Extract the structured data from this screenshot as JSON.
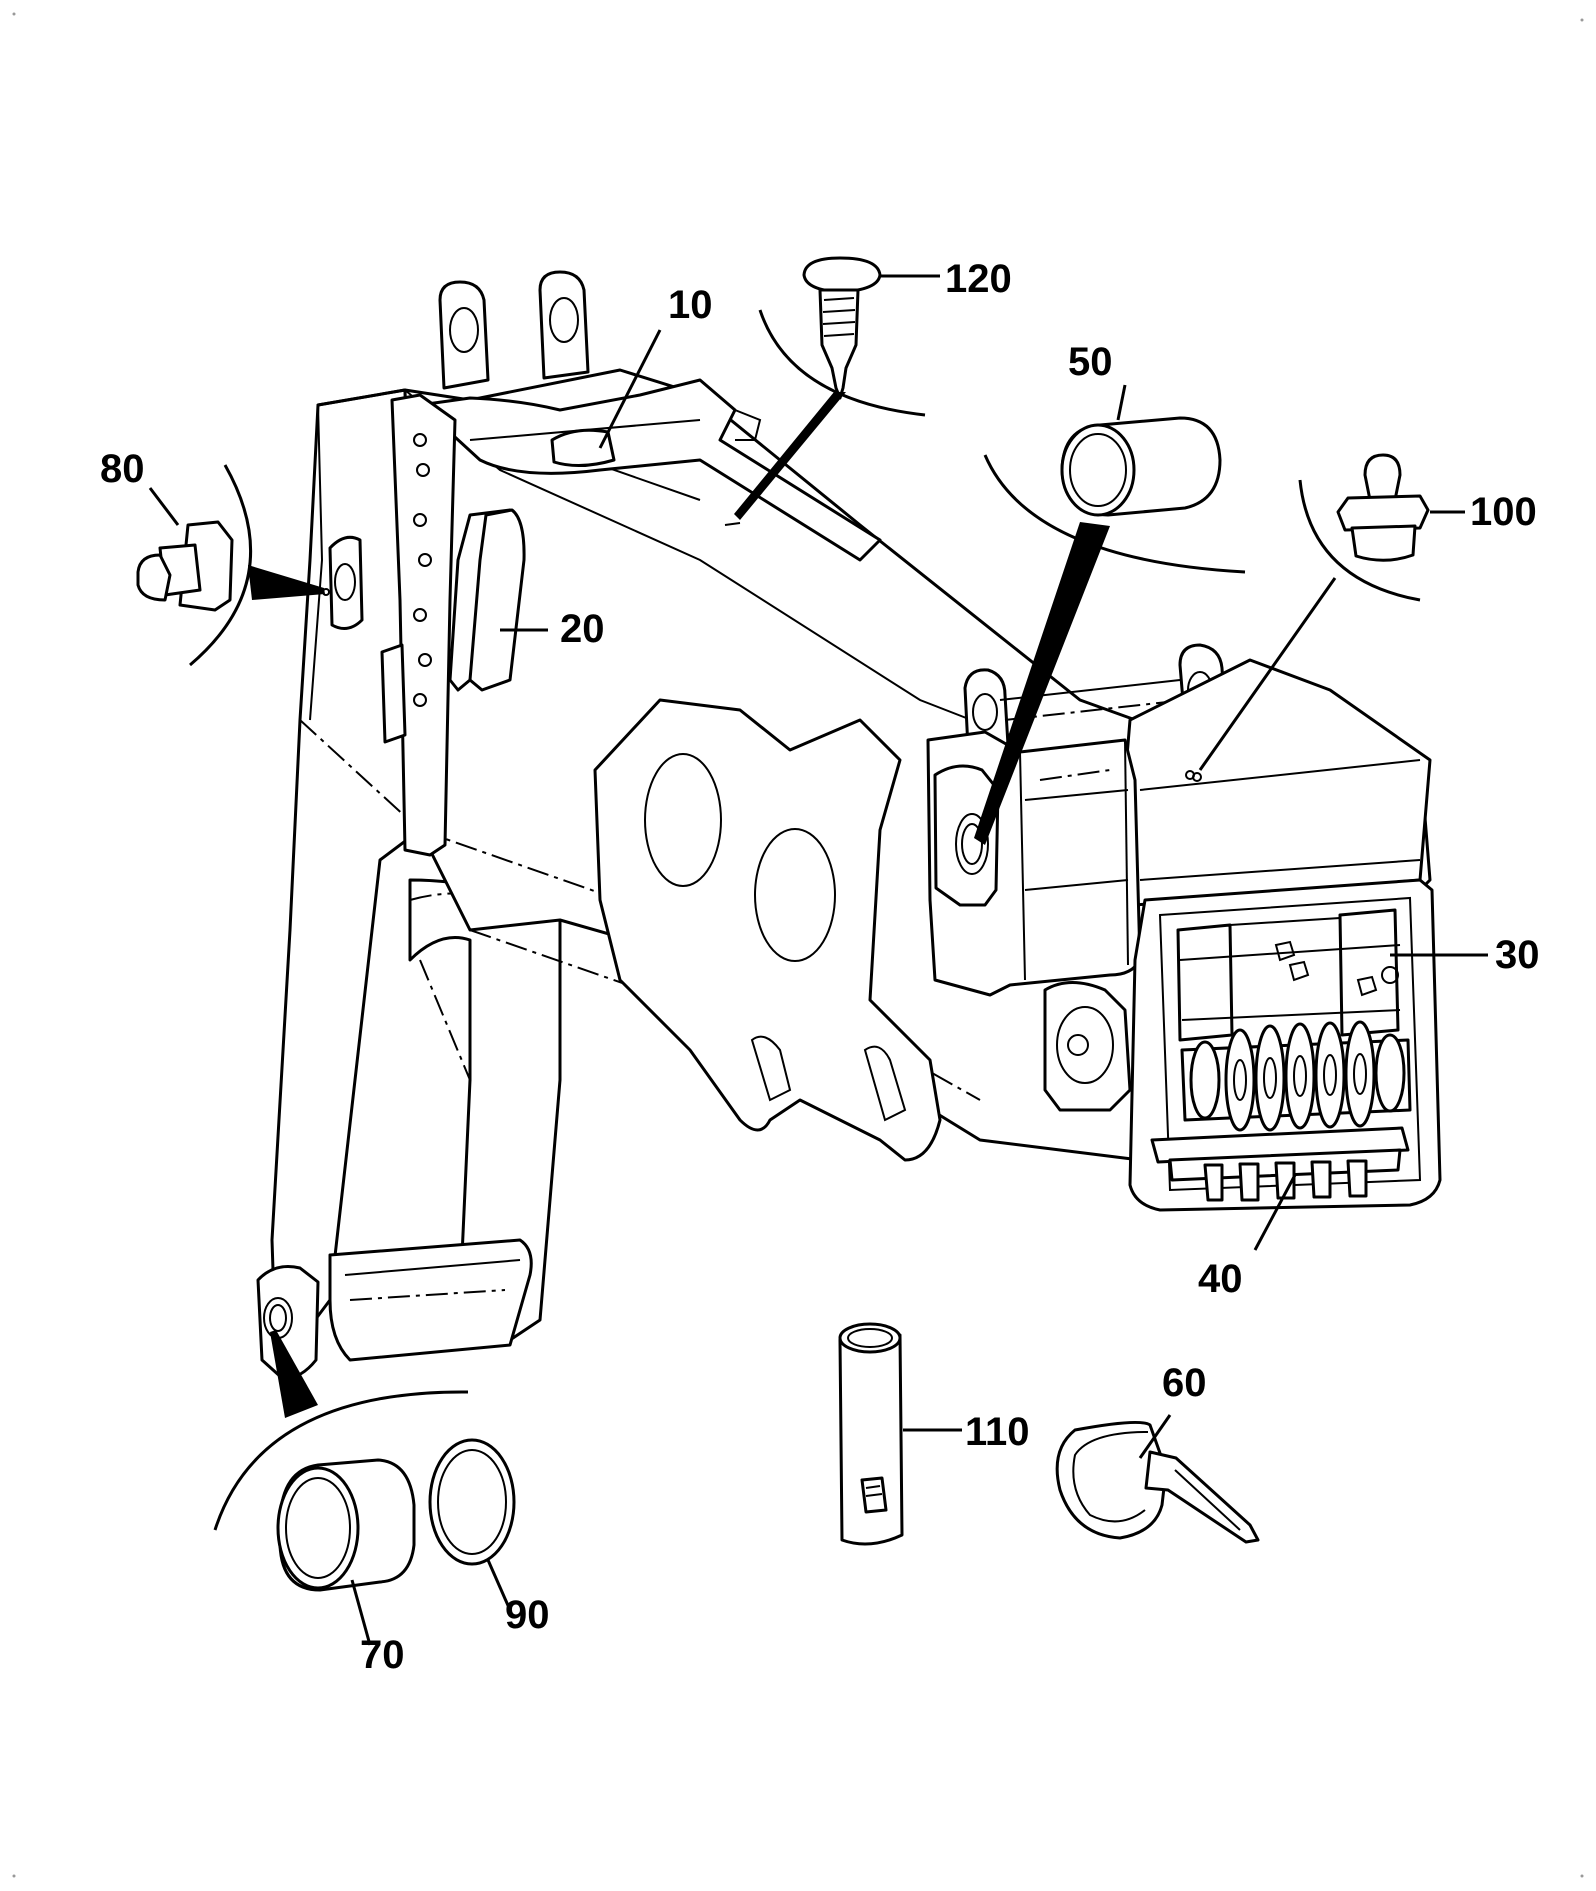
{
  "callouts": [
    {
      "id": "10",
      "text": "10"
    },
    {
      "id": "20",
      "text": "20"
    },
    {
      "id": "30",
      "text": "30"
    },
    {
      "id": "40",
      "text": "40"
    },
    {
      "id": "50",
      "text": "50"
    },
    {
      "id": "60",
      "text": "60"
    },
    {
      "id": "70",
      "text": "70"
    },
    {
      "id": "80",
      "text": "80"
    },
    {
      "id": "90",
      "text": "90"
    },
    {
      "id": "100",
      "text": "100"
    },
    {
      "id": "110",
      "text": "110"
    },
    {
      "id": "120",
      "text": "120"
    }
  ],
  "colors": {
    "line": "#000000",
    "background": "#ffffff"
  }
}
